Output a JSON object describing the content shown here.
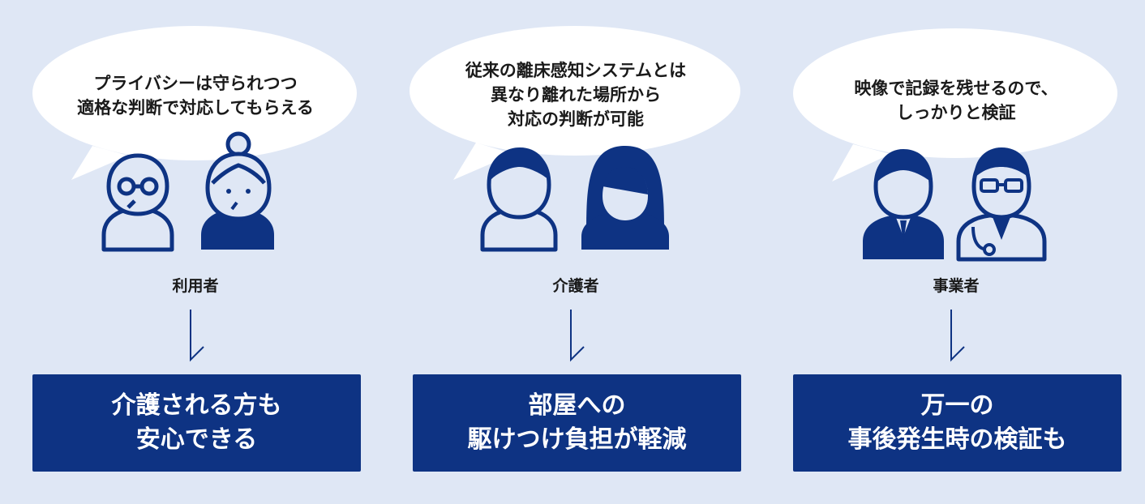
{
  "columns": [
    {
      "bubble_lines": [
        "プライバシーは守られつつ",
        "適格な判断で対応してもらえる"
      ],
      "role": "利用者",
      "result_lines": [
        "介護される方も",
        "安心できる"
      ]
    },
    {
      "bubble_lines": [
        "従来の離床感知システムとは",
        "異なり離れた場所から",
        "対応の判断が可能"
      ],
      "role": "介護者",
      "result_lines": [
        "部屋への",
        "駆けつけ負担が軽減"
      ]
    },
    {
      "bubble_lines": [
        "映像で記録を残せるので、",
        "しっかりと検証"
      ],
      "role": "事業者",
      "result_lines": [
        "万一の",
        "事後発生時の検証も"
      ]
    }
  ],
  "colors": {
    "background": "#dfe7f5",
    "navy": "#0e3383",
    "bubble": "#ffffff",
    "text": "#1a1a1a"
  },
  "icons": [
    "elderly-man-icon",
    "elderly-woman-icon",
    "male-caregiver-icon",
    "female-caregiver-icon",
    "businessman-icon",
    "doctor-icon",
    "down-arrow-icon"
  ]
}
